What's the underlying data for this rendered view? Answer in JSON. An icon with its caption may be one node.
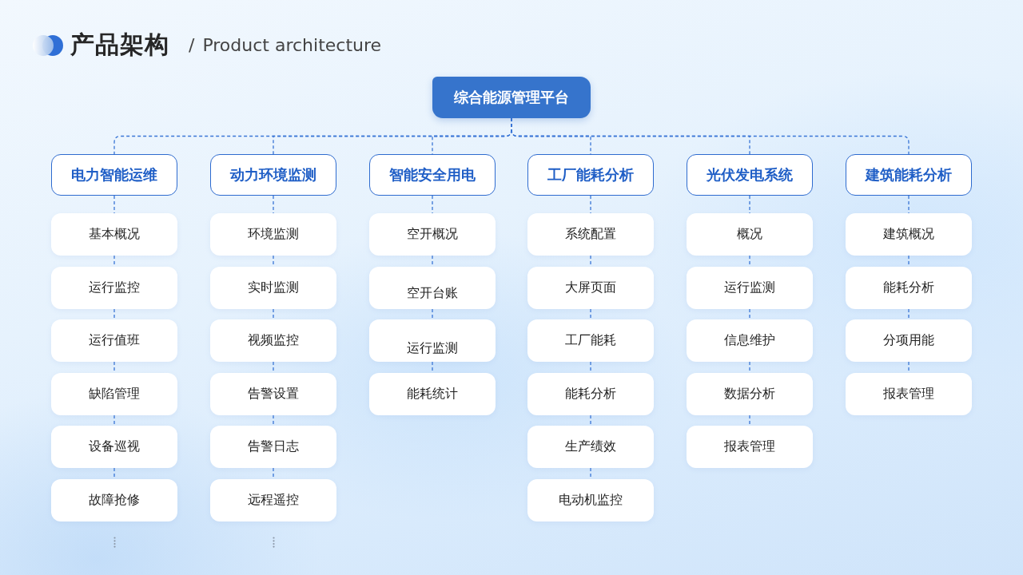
{
  "diagram": {
    "title": "产品架构",
    "nodes": [
      {
        "text": [
          "综合能源管理平台"
        ]
      },
      {
        "text": [
          "电力智能运维"
        ]
      },
      {
        "text": [
          "动力环境监测"
        ]
      },
      {
        "text": [
          "智能安全用电"
        ]
      },
      {
        "text": [
          "工厂能耗分析"
        ]
      },
      {
        "text": [
          "光伏发电系统"
        ]
      },
      {
        "text": [
          "建筑能耗分析"
        ]
      },
      {
        "text": [
          "基本概况"
        ]
      },
      {
        "text": [
          "运行监控"
        ]
      },
      {
        "text": [
          "运行值班"
        ]
      },
      {
        "text": [
          "缺陷管理"
        ]
      },
      {
        "text": [
          "设备巡视"
        ]
      },
      {
        "text": [
          "故障抢修"
        ]
      },
      {
        "text": [
          "环境监测"
        ]
      },
      {
        "text": [
          "实时监测"
        ]
      },
      {
        "text": [
          "视频监控"
        ]
      },
      {
        "text": [
          "告警设置"
        ]
      },
      {
        "text": [
          "告警日志"
        ]
      },
      {
        "text": [
          "远程遥控"
        ]
      },
      {
        "text": [
          "空开概况"
        ]
      },
      {
        "text": [
          "空开台账"
        ]
      },
      {
        "text": [
          "运行监测"
        ]
      },
      {
        "text": [
          "能耗统计"
        ]
      },
      {
        "text": [
          "系统配置"
        ]
      },
      {
        "text": [
          "大屏页面"
        ]
      },
      {
        "text": [
          "工厂能耗"
        ]
      },
      {
        "text": [
          "能耗分析"
        ]
      },
      {
        "text": [
          "生产绩效"
        ]
      },
      {
        "text": [
          "电动机监控"
        ]
      },
      {
        "text": [
          "概况"
        ]
      },
      {
        "text": [
          "运行监测"
        ]
      },
      {
        "text": [
          "信息维护"
        ]
      },
      {
        "text": [
          "数据分析"
        ]
      },
      {
        "text": [
          "报表管理"
        ]
      },
      {
        "text": [
          "建筑概况"
        ]
      },
      {
        "text": [
          "能耗分析"
        ]
      },
      {
        "text": [
          "分项用能"
        ]
      },
      {
        "text": [
          "报表管理"
        ]
      }
    ],
    "edges": [
      {
        "from": 0,
        "to": 1,
        "arrow": "none",
        "style": "dashed"
      },
      {
        "from": 0,
        "to": 2,
        "arrow": "none",
        "style": "dashed"
      },
      {
        "from": 0,
        "to": 3,
        "arrow": "none",
        "style": "dashed"
      },
      {
        "from": 0,
        "to": 4,
        "arrow": "none",
        "style": "dashed"
      },
      {
        "from": 0,
        "to": 5,
        "arrow": "none",
        "style": "dashed"
      },
      {
        "from": 0,
        "to": 6,
        "arrow": "none",
        "style": "dashed"
      },
      {
        "from": 1,
        "to": 7,
        "arrow": "none",
        "style": "dashed"
      },
      {
        "from": 7,
        "to": 8,
        "arrow": "none",
        "style": "dashed"
      },
      {
        "from": 8,
        "to": 9,
        "arrow": "none",
        "style": "dashed"
      },
      {
        "from": 9,
        "to": 10,
        "arrow": "none",
        "style": "dashed"
      },
      {
        "from": 10,
        "to": 11,
        "arrow": "none",
        "style": "dashed"
      },
      {
        "from": 11,
        "to": 12,
        "arrow": "none",
        "style": "dashed"
      },
      {
        "from": 2,
        "to": 13,
        "arrow": "none",
        "style": "dashed"
      },
      {
        "from": 13,
        "to": 14,
        "arrow": "none",
        "style": "dashed"
      },
      {
        "from": 14,
        "to": 15,
        "arrow": "none",
        "style": "dashed"
      },
      {
        "from": 15,
        "to": 16,
        "arrow": "none",
        "style": "dashed"
      },
      {
        "from": 16,
        "to": 17,
        "arrow": "none",
        "style": "dashed"
      },
      {
        "from": 17,
        "to": 18,
        "arrow": "none",
        "style": "dashed"
      },
      {
        "from": 3,
        "to": 19,
        "arrow": "none",
        "style": "dashed"
      },
      {
        "from": 19,
        "to": 20,
        "arrow": "none",
        "style": "dashed"
      },
      {
        "from": 20,
        "to": 21,
        "arrow": "none",
        "style": "dashed"
      },
      {
        "from": 21,
        "to": 22,
        "arrow": "none",
        "style": "dashed"
      },
      {
        "from": 4,
        "to": 23,
        "arrow": "none",
        "style": "dashed"
      },
      {
        "from": 23,
        "to": 24,
        "arrow": "none",
        "style": "dashed"
      },
      {
        "from": 24,
        "to": 25,
        "arrow": "none",
        "style": "dashed"
      },
      {
        "from": 25,
        "to": 26,
        "arrow": "none",
        "style": "dashed"
      },
      {
        "from": 26,
        "to": 27,
        "arrow": "none",
        "style": "dashed"
      },
      {
        "from": 27,
        "to": 28,
        "arrow": "none",
        "style": "dashed"
      },
      {
        "from": 5,
        "to": 29,
        "arrow": "none",
        "style": "dashed"
      },
      {
        "from": 29,
        "to": 30,
        "arrow": "none",
        "style": "dashed"
      },
      {
        "from": 30,
        "to": 31,
        "arrow": "none",
        "style": "dashed"
      },
      {
        "from": 31,
        "to": 32,
        "arrow": "none",
        "style": "dashed"
      },
      {
        "from": 32,
        "to": 33,
        "arrow": "none",
        "style": "dashed"
      },
      {
        "from": 6,
        "to": 34,
        "arrow": "none",
        "style": "dashed"
      },
      {
        "from": 34,
        "to": 35,
        "arrow": "none",
        "style": "dashed"
      },
      {
        "from": 35,
        "to": 36,
        "arrow": "none",
        "style": "dashed"
      },
      {
        "from": 36,
        "to": 37,
        "arrow": "none",
        "style": "dashed"
      }
    ],
    "labels": [
      "/",
      "Product architecture"
    ]
  }
}
